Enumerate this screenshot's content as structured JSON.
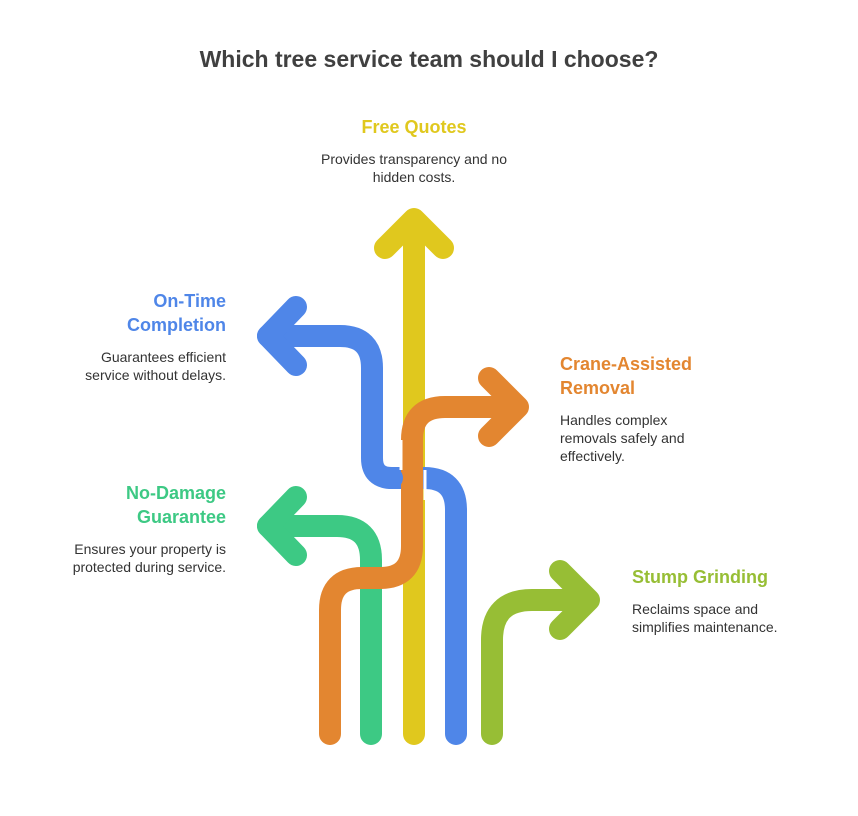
{
  "title": "Which tree service team should I choose?",
  "options": [
    {
      "id": "free-quotes",
      "label": "Free Quotes",
      "description": "Provides transparency and no hidden costs.",
      "color": "#E0C81E"
    },
    {
      "id": "on-time",
      "label": "On-Time Completion",
      "description": "Guarantees efficient service without delays.",
      "color": "#4F86E8"
    },
    {
      "id": "crane",
      "label": "Crane-Assisted Removal",
      "description": "Handles complex removals safely and effectively.",
      "color": "#E38630"
    },
    {
      "id": "no-damage",
      "label": "No-Damage Guarantee",
      "description": "Ensures your property is protected during service.",
      "color": "#3DC984"
    },
    {
      "id": "stump",
      "label": "Stump Grinding",
      "description": "Reclaims space and simplifies maintenance.",
      "color": "#97BE35"
    }
  ]
}
